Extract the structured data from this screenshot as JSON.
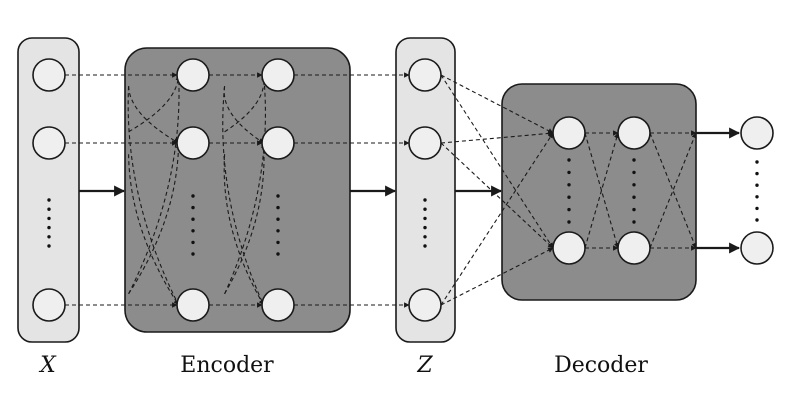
{
  "labels": {
    "x": "X",
    "encoder": "Encoder",
    "z": "Z",
    "decoder": "Decoder"
  },
  "colors": {
    "input_panel_fill": "#e4e4e4",
    "block_fill": "#8c8c8c",
    "node_fill": "#efefef",
    "stroke": "#1a1a1a"
  }
}
